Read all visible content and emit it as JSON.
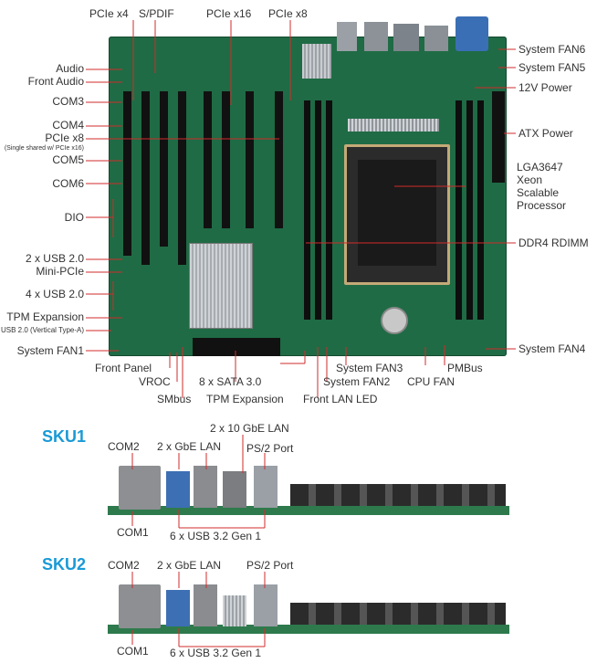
{
  "board": {
    "top_labels": [
      "PCIe x4",
      "S/PDIF",
      "PCIe x16",
      "PCIe x8"
    ],
    "left_labels": {
      "audio": "Audio",
      "front_audio": "Front Audio",
      "com3": "COM3",
      "com4": "COM4",
      "pcie_x8": "PCIe x8",
      "pcie_x8_note": "(Single shared w/ PCIe x16)",
      "com5": "COM5",
      "com6": "COM6",
      "dio": "DIO",
      "usb2": "2 x USB 2.0",
      "mini_pcie": "Mini-PCIe",
      "usb4": "4 x USB 2.0",
      "tpm": "TPM Expansion",
      "usb_vertical": "USB 2.0 (Vertical Type-A)",
      "fan1": "System FAN1"
    },
    "right_labels": {
      "fan6": "System FAN6",
      "fan5": "System FAN5",
      "power12v": "12V Power",
      "atx": "ATX Power",
      "cpu_line1": "LGA3647",
      "cpu_line2": "Xeon",
      "cpu_line3": "Scalable",
      "cpu_line4": "Processor",
      "ddr4": "DDR4 RDIMM",
      "fan4": "System FAN4"
    },
    "bottom_labels": {
      "front_panel": "Front Panel",
      "vroc": "VROC",
      "smbus": "SMbus",
      "sata": "8 x SATA 3.0",
      "tpm_exp": "TPM Expansion",
      "front_lan_led": "Front LAN LED",
      "fan3": "System FAN3",
      "fan2": "System FAN2",
      "cpu_fan": "CPU FAN",
      "pmbus": "PMBus"
    }
  },
  "sku1": {
    "title": "SKU1",
    "com2": "COM2",
    "gbe": "2 x GbE LAN",
    "ten_gbe": "2 x 10 GbE LAN",
    "ps2": "PS/2 Port",
    "com1": "COM1",
    "usb": "6 x USB 3.2 Gen 1"
  },
  "sku2": {
    "title": "SKU2",
    "com2": "COM2",
    "gbe": "2 x GbE LAN",
    "ps2": "PS/2 Port",
    "com1": "COM1",
    "usb": "6 x USB 3.2 Gen 1"
  },
  "colors": {
    "pcb": "#1f6b45",
    "accent": "#1a9ad6",
    "leader": "#d22b2b",
    "heatsink": "#b9bec4",
    "socket": "#2b2b2b"
  }
}
